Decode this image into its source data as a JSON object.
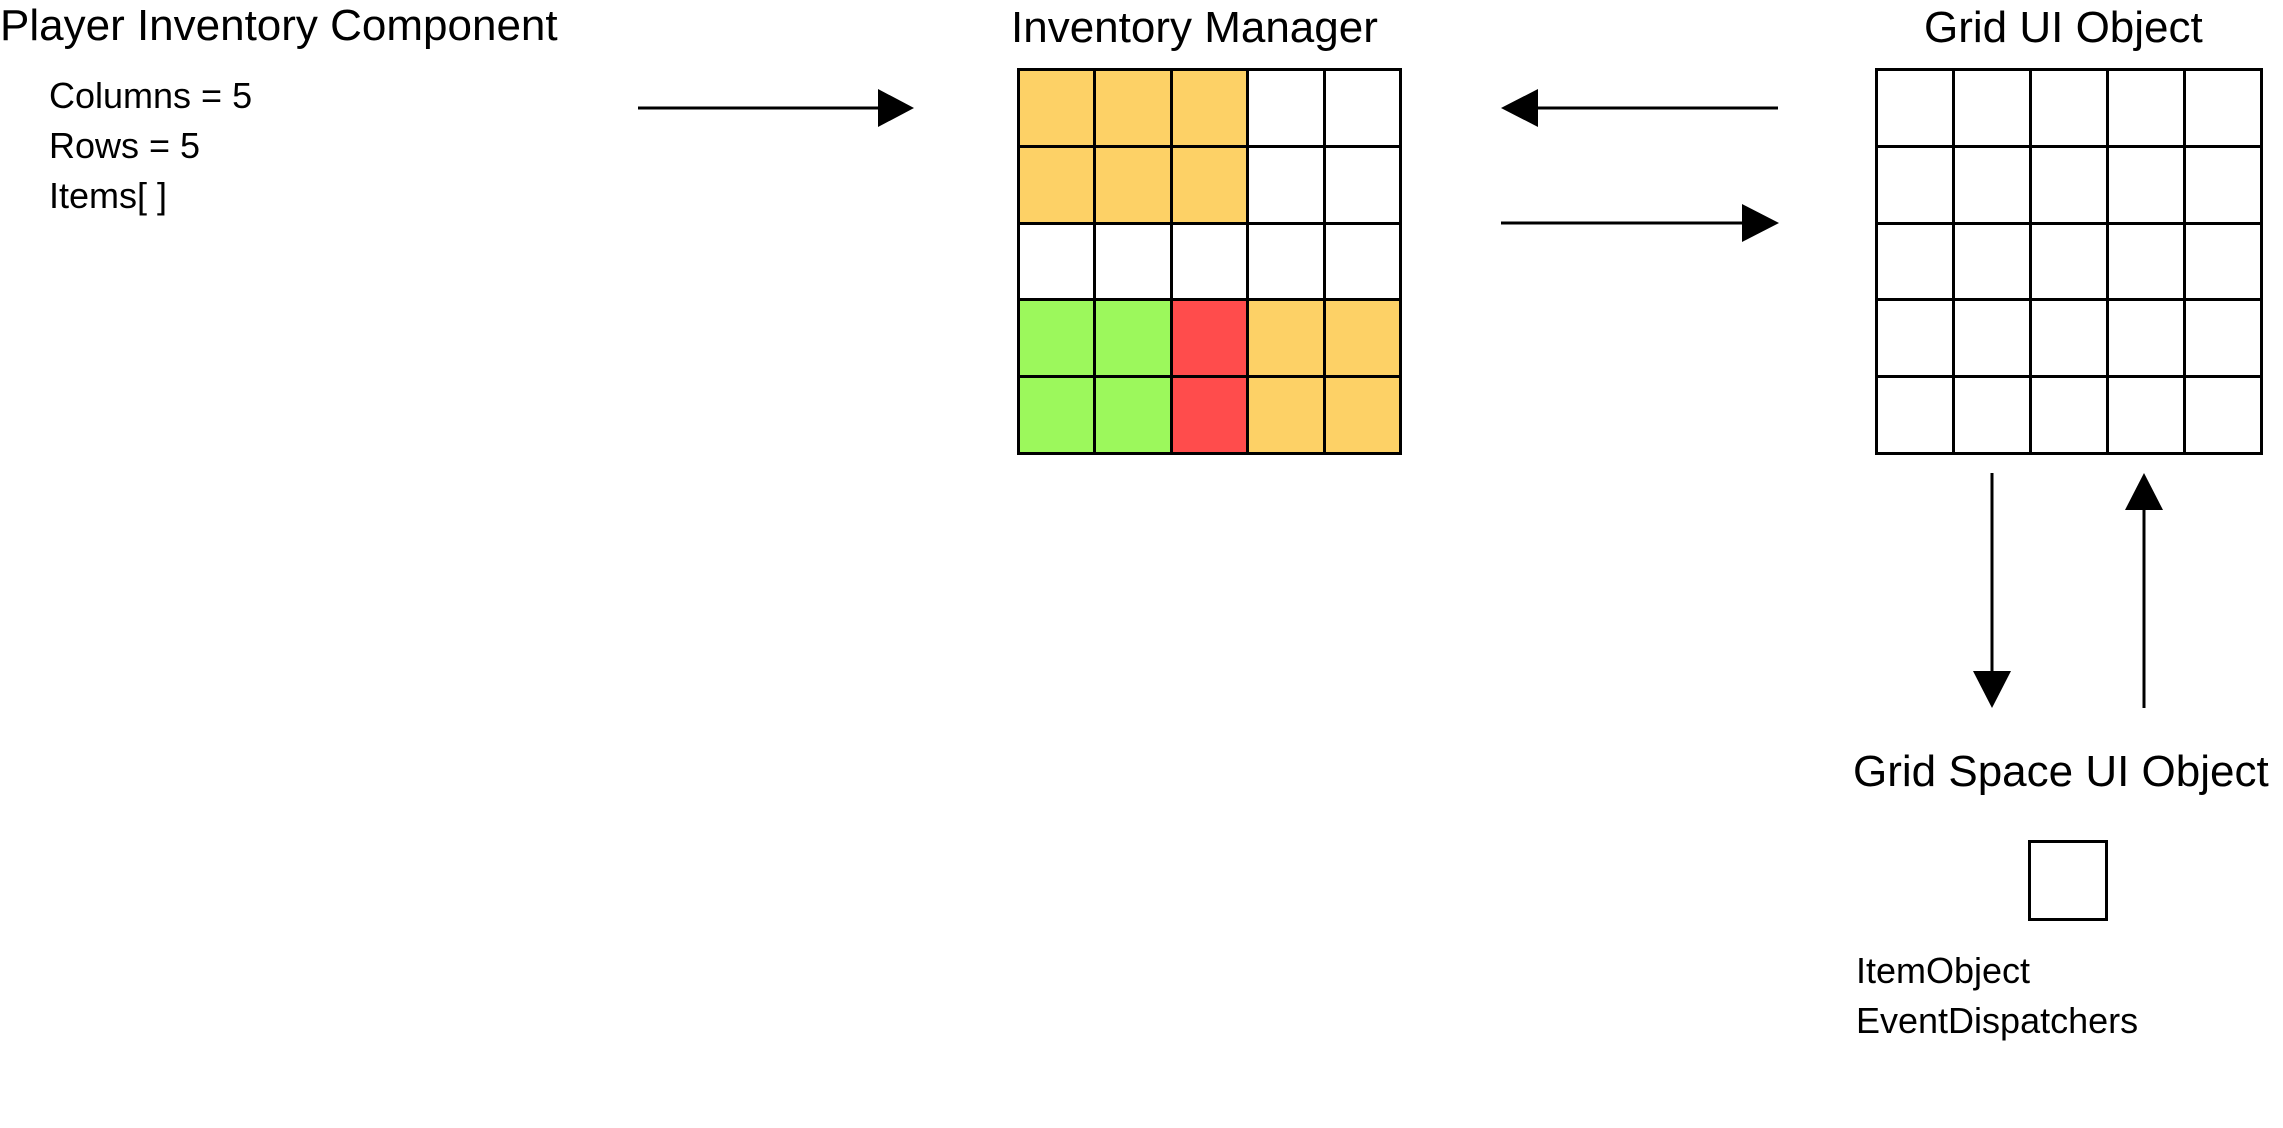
{
  "player_inventory": {
    "title": "Player Inventory Component",
    "fields": [
      "Columns = 5",
      "Rows = 5",
      "Items[ ]"
    ]
  },
  "inventory_manager": {
    "title": "Inventory Manager",
    "columns": 5,
    "rows": 5,
    "cell_colors": [
      [
        "#FDD166",
        "#FDD166",
        "#FDD166",
        "#FFFFFF",
        "#FFFFFF"
      ],
      [
        "#FDD166",
        "#FDD166",
        "#FDD166",
        "#FFFFFF",
        "#FFFFFF"
      ],
      [
        "#FFFFFF",
        "#FFFFFF",
        "#FFFFFF",
        "#FFFFFF",
        "#FFFFFF"
      ],
      [
        "#9CF85C",
        "#9CF85C",
        "#FF4C4C",
        "#FDD166",
        "#FDD166"
      ],
      [
        "#9CF85C",
        "#9CF85C",
        "#FF4C4C",
        "#FDD166",
        "#FDD166"
      ]
    ]
  },
  "grid_ui": {
    "title": "Grid UI Object",
    "columns": 5,
    "rows": 5
  },
  "grid_space_ui": {
    "title": "Grid Space UI Object",
    "fields": [
      "ItemObject",
      "EventDispatchers"
    ]
  },
  "colors": {
    "orange": "#FDD166",
    "green": "#9CF85C",
    "red": "#FF4C4C",
    "line": "#000000"
  }
}
